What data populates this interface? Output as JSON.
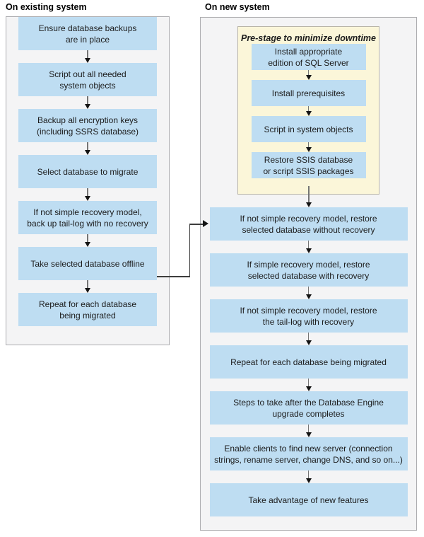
{
  "colors": {
    "page_bg": "#FFFFFF",
    "panel_fill": "#F4F4F5",
    "panel_border": "#ADADB0",
    "step_fill": "#BEDDF2",
    "prestage_fill": "#FBF6D9",
    "prestage_border": "#B9B5A8",
    "text": "#1C1C1C",
    "arrow_stem": "#757575",
    "arrow_head": "#141414",
    "connector": "#3D3D3D"
  },
  "left": {
    "title": "On existing system",
    "steps": [
      "Ensure database backups\nare in place",
      "Script out all needed\nsystem objects",
      "Backup all encryption keys\n(including SSRS database)",
      "Select database to migrate",
      "If not simple recovery model,\nback up tail-log with no recovery",
      "Take selected database offline",
      "Repeat for each database\nbeing migrated"
    ]
  },
  "right": {
    "title": "On new system",
    "prestage": {
      "title": "Pre-stage to minimize downtime",
      "steps": [
        "Install appropriate\nedition of SQL Server",
        "Install prerequisites",
        "Script in system objects",
        "Restore SSIS database\nor script SSIS packages"
      ]
    },
    "steps": [
      "If not simple recovery model, restore\nselected database without recovery",
      "If simple recovery model, restore\nselected database with recovery",
      "If not simple recovery model, restore\nthe tail-log with recovery",
      "Repeat for each database being migrated",
      "Steps to take after the Database Engine\nupgrade completes",
      "Enable clients to find new server (connection\nstrings, rename server, change DNS, and so on...)",
      "Take advantage of new features"
    ]
  }
}
